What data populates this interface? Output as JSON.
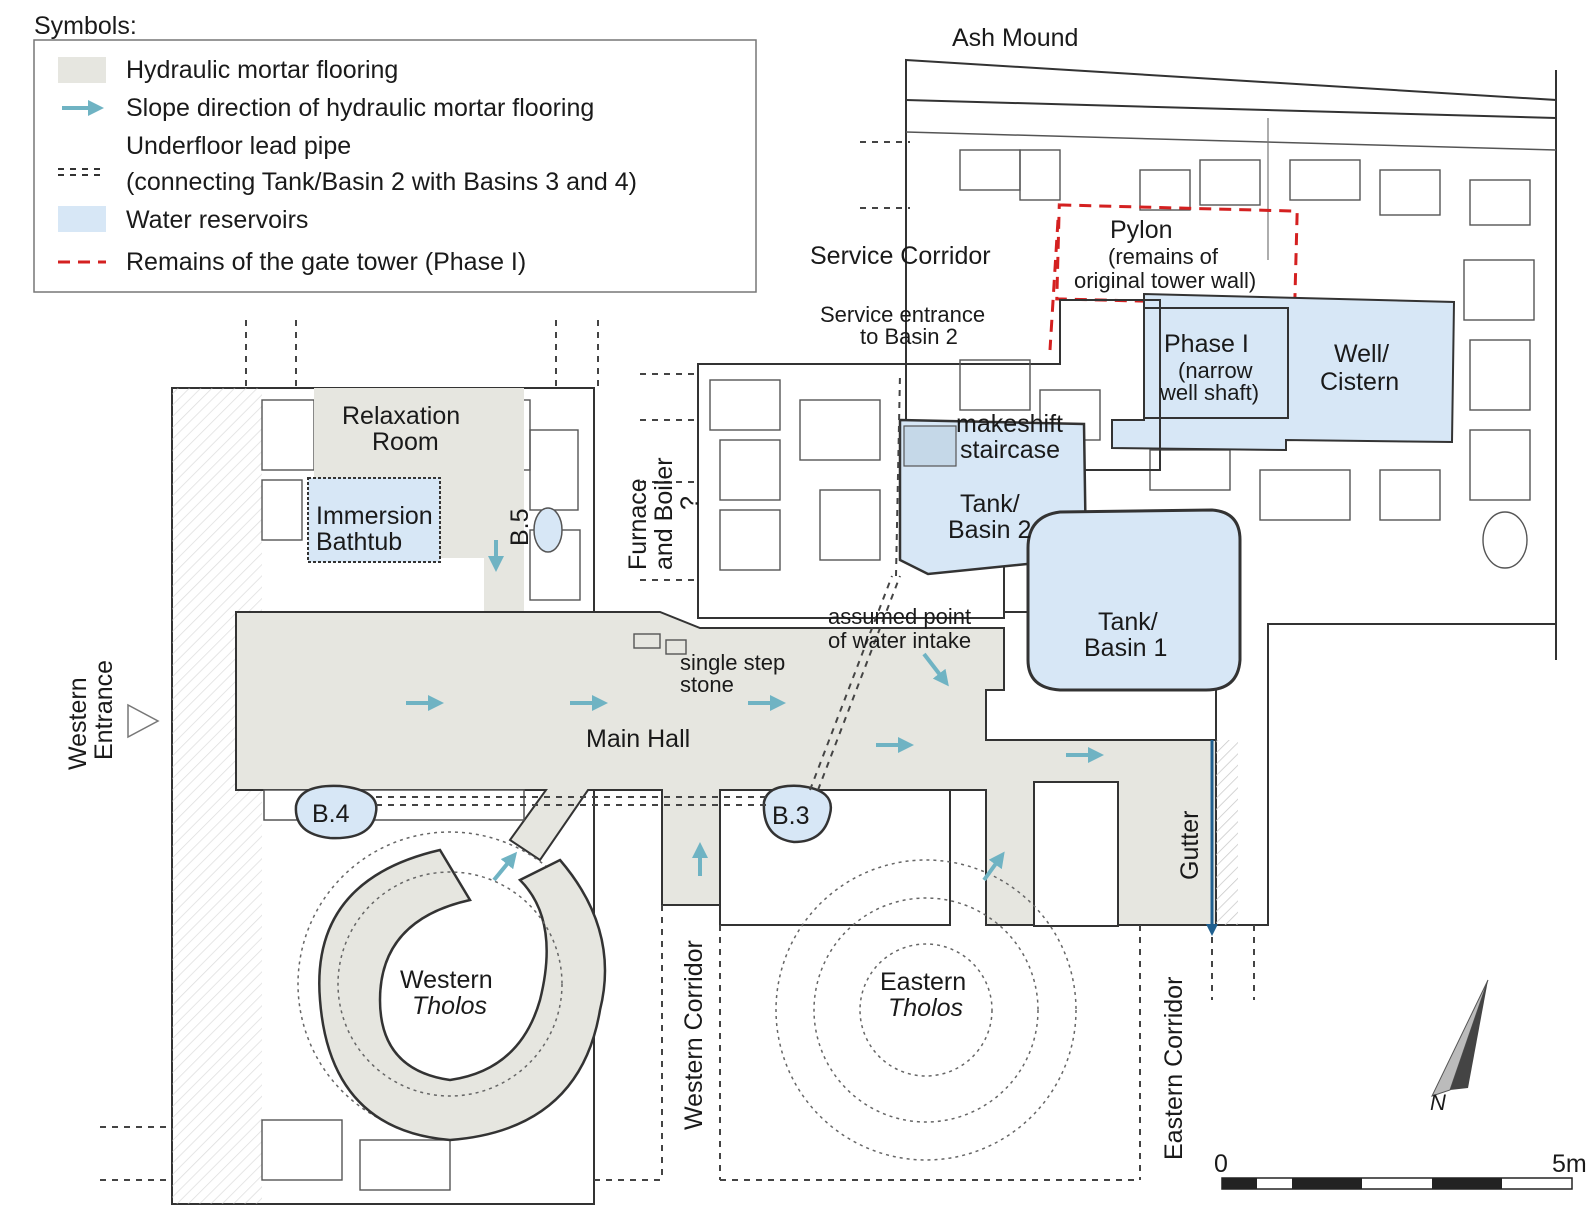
{
  "colors": {
    "mortar": "#e6e6e0",
    "slope_arrow": "#6fb3c3",
    "reservoir": "#d7e7f6",
    "gate_tower": "#d42020",
    "gutter_arrow": "#1f5f8f"
  },
  "legend": {
    "title": "Symbols:",
    "items": [
      {
        "symbol": "mortar-swatch",
        "label": "Hydraulic mortar flooring"
      },
      {
        "symbol": "slope-arrow",
        "label": "Slope  direction of hydraulic mortar flooring"
      },
      {
        "symbol": "lead-pipe-dashes",
        "label": "Underfloor lead pipe"
      },
      {
        "symbol": "lead-pipe-dashes",
        "label": "(connecting Tank/Basin 2 with Basins 3 and 4)"
      },
      {
        "symbol": "reservoir-swatch",
        "label": "Water reservoirs"
      },
      {
        "symbol": "red-dashed-line",
        "label": "Remains of the gate tower (Phase I)"
      }
    ]
  },
  "labels": {
    "ash_mound": "Ash Mound",
    "service_corridor": "Service Corridor",
    "pylon": "Pylon",
    "pylon_sub1": "(remains of",
    "pylon_sub2": "original tower wall)",
    "service_entrance1": "Service entrance",
    "service_entrance2": "to Basin 2",
    "phase1_1": "Phase I",
    "phase1_2": "(narrow",
    "phase1_3": "well shaft)",
    "well1": "Well/",
    "well2": "Cistern",
    "relax1": "Relaxation",
    "relax2": "Room",
    "furnace1": "Furnace",
    "furnace2": "and Boiler",
    "furnace3": "?",
    "makeshift1": "makeshift",
    "makeshift2": "staircase",
    "tank2_1": "Tank/",
    "tank2_2": "Basin 2",
    "immersion1": "Immersion",
    "immersion2": "Bathtub",
    "b5": "B.5",
    "assumed1": "assumed point",
    "assumed2": "of water intake",
    "tank1_1": "Tank/",
    "tank1_2": "Basin 1",
    "single1": "single step",
    "single2": "stone",
    "western_entrance1": "Western",
    "western_entrance2": "Entrance",
    "main_hall": "Main Hall",
    "b4": "B.4",
    "b3": "B.3",
    "gutter": "Gutter",
    "western_tholos1": "Western",
    "western_tholos2": "Tholos",
    "eastern_tholos1": "Eastern",
    "eastern_tholos2": "Tholos",
    "western_corridor": "Western Corridor",
    "eastern_corridor": "Eastern Corridor",
    "north": "N"
  },
  "scale_bar": {
    "start": "0",
    "end": "5m",
    "segments": 5
  }
}
